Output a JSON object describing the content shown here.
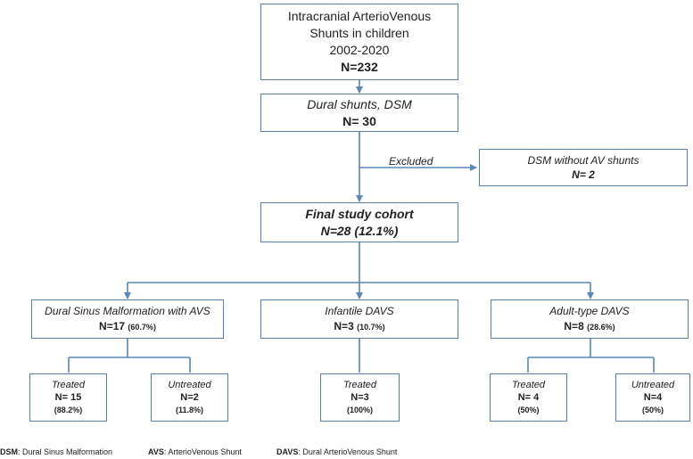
{
  "boxes": {
    "top": {
      "lines": [
        "Intracranial ArterioVenous",
        "Shunts in children",
        "2002-2020"
      ],
      "n": "N=232"
    },
    "dural": {
      "title": "Dural shunts, DSM",
      "n": "N= 30"
    },
    "excluded_label": "Excluded",
    "excluded": {
      "title": "DSM without AV shunts",
      "n": "N= 2"
    },
    "final": {
      "title": "Final study cohort",
      "n": "N=28 (12.1%)"
    },
    "dsm_avs": {
      "title": "Dural Sinus Malformation  with AVS",
      "n": "N=17",
      "pct": "(60.7%)"
    },
    "infantile": {
      "title": "Infantile DAVS",
      "n": "N=3",
      "pct": "(10.7%)"
    },
    "adult": {
      "title": "Adult-type DAVS",
      "n": "N=8",
      "pct": "(28.6%)"
    },
    "dsm_treated": {
      "label": "Treated",
      "n": "N= 15",
      "pct": "(88.2%)"
    },
    "dsm_untreated": {
      "label": "Untreated",
      "n": "N=2",
      "pct": "(11.8%)"
    },
    "inf_treated": {
      "label": "Treated",
      "n": "N=3",
      "pct": "(100%)"
    },
    "adult_treated": {
      "label": "Treated",
      "n": "N= 4",
      "pct": "(50%)"
    },
    "adult_untreated": {
      "label": "Untreated",
      "n": "N=4",
      "pct": "(50%)"
    }
  },
  "legend": [
    {
      "abbr": "DSM",
      "def": ": Dural Sinus Malformation"
    },
    {
      "abbr": "AVS",
      "def": ": ArterioVenous Shunt"
    },
    {
      "abbr": "DAVS",
      "def": ": Dural ArterioVenous Shunt"
    }
  ],
  "colors": {
    "border": "#5b7fa6",
    "connector": "#5b86b8"
  }
}
